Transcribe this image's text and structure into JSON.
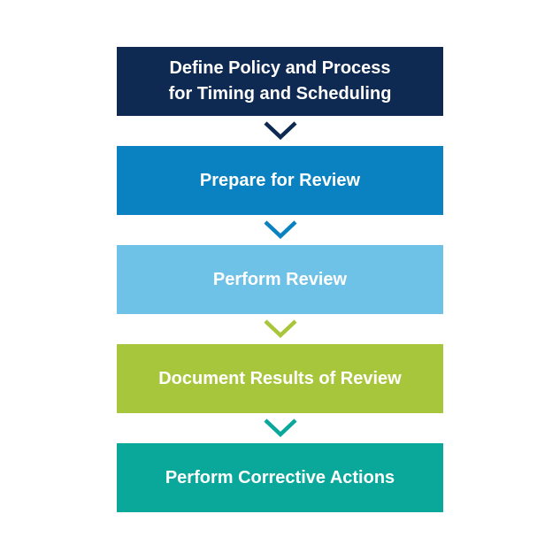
{
  "steps": [
    {
      "label": "Define Policy and Process\nfor Timing and Scheduling",
      "color": "#0e2a52"
    },
    {
      "label": "Prepare for Review",
      "color": "#0a82c1"
    },
    {
      "label": "Perform Review",
      "color": "#6ec1e7"
    },
    {
      "label": "Document Results of Review",
      "color": "#a8c63b"
    },
    {
      "label": "Perform Corrective Actions",
      "color": "#0aa79b"
    }
  ],
  "connectors": [
    {
      "icon": "chevron-down-icon",
      "color": "#0e2a52"
    },
    {
      "icon": "chevron-down-icon",
      "color": "#0a82c1"
    },
    {
      "icon": "chevron-down-icon",
      "color": "#a8c63b"
    },
    {
      "icon": "chevron-down-icon",
      "color": "#0aa79b"
    }
  ]
}
